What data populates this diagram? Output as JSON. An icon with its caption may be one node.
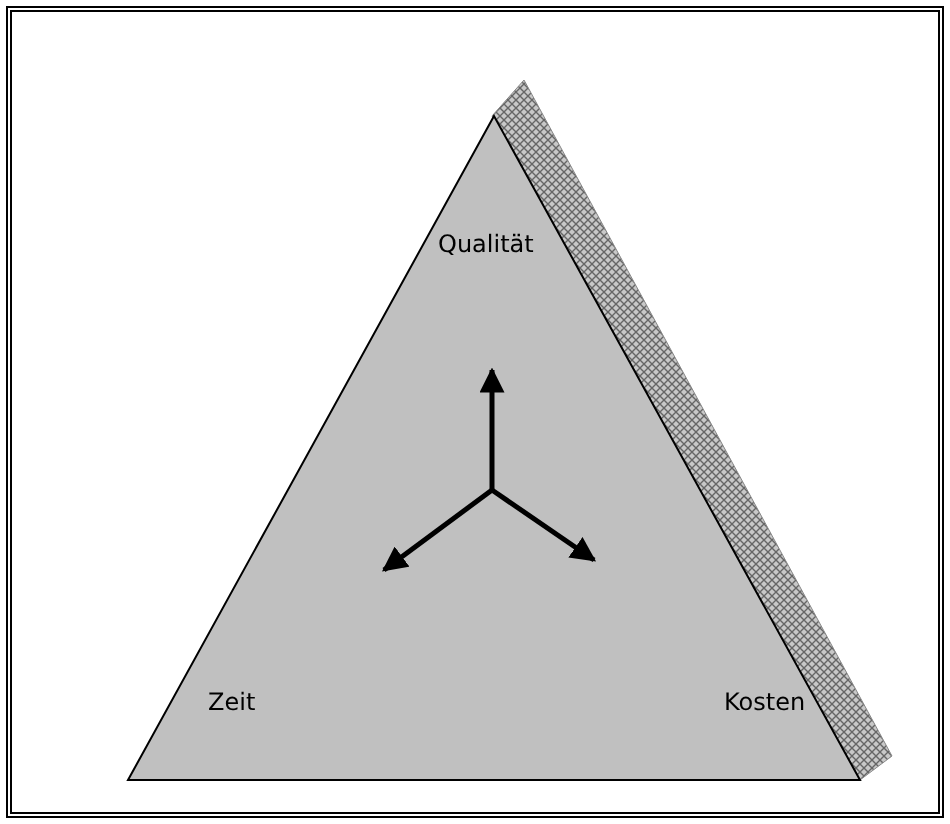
{
  "diagram": {
    "nodes": [
      {
        "text": [
          "Qualität",
          "Zeit",
          "Kosten"
        ]
      }
    ]
  }
}
